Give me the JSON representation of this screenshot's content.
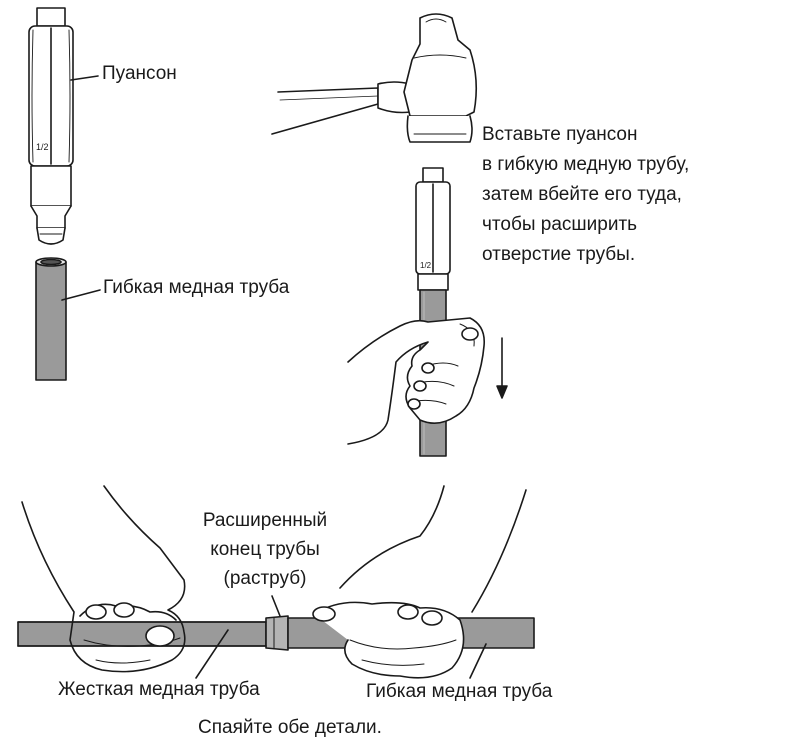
{
  "labels": {
    "punch": "Пуансон",
    "flex_tube_top": "Гибкая медная труба",
    "flared_end": [
      "Расширенный",
      "конец трубы",
      "(раструб)"
    ],
    "rigid_tube": "Жесткая медная труба",
    "flex_tube_bottom": "Гибкая медная труба",
    "caption": "Спаяйте обе детали."
  },
  "instruction": [
    "Вставьте пуансон",
    "в гибкую медную трубу,",
    "затем вбейте его туда,",
    "чтобы расширить",
    "отверстие трубы."
  ],
  "punch_size_mark": "1/2",
  "colors": {
    "line": "#1a1a1a",
    "tube": "#9a9a9a",
    "tube_dark": "#7d7d7d",
    "tool": "#ffffff",
    "hammer_head": "#ffffff"
  }
}
